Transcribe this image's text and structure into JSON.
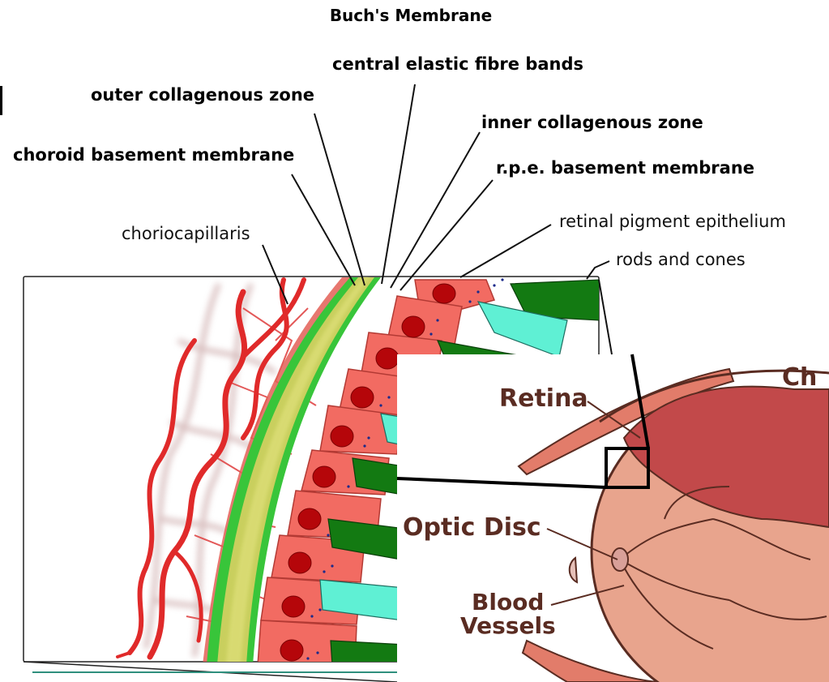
{
  "title": "Buch's Membrane",
  "labels": {
    "central_elastic": "central elastic fibre bands",
    "outer_collagenous": "outer collagenous zone",
    "inner_collagenous": "inner collagenous zone",
    "choroid_basement": "choroid basement membrane",
    "rpe_basement": "r.p.e. basement membrane",
    "choriocapillaris": "choriocapillaris",
    "retinal_pigment": "retinal pigment epithelium",
    "rods_cones": "rods and cones"
  },
  "inset": {
    "retina": "Retina",
    "choroid_partial": "Ch",
    "optic_disc": "Optic Disc",
    "blood_line1": "Blood",
    "blood_line2": "Vessels"
  },
  "colors": {
    "vessel_red": "#e02a2a",
    "rpe_cell": "#f26b62",
    "nucleus": "#b5060a",
    "membrane_green": "#38c53a",
    "membrane_core": "#c9cf5e",
    "rod_green": "#137a12",
    "cone_cyan": "#5ff0d4",
    "eye_dark": "#c2494a",
    "eye_light": "#e8a48d",
    "teal_line": "#2f8f7d"
  }
}
